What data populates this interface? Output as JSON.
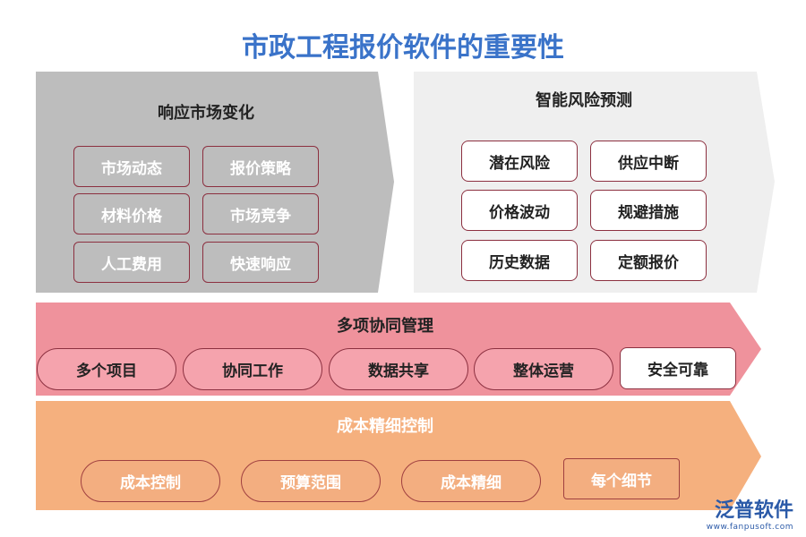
{
  "title": "市政工程报价软件的重要性",
  "sections": {
    "market": {
      "title": "响应市场变化",
      "items": [
        "市场动态",
        "报价策略",
        "材料价格",
        "市场竞争",
        "人工费用",
        "快速响应"
      ]
    },
    "risk": {
      "title": "智能风险预测",
      "items": [
        "潜在风险",
        "供应中断",
        "价格波动",
        "规避措施",
        "历史数据",
        "定额报价"
      ]
    },
    "collab": {
      "title": "多项协同管理",
      "items": [
        "多个项目",
        "协同工作",
        "数据共享",
        "整体运营",
        "安全可靠"
      ]
    },
    "cost": {
      "title": "成本精细控制",
      "items": [
        "成本控制",
        "预算范围",
        "成本精细",
        "每个细节"
      ]
    }
  },
  "logo": {
    "name": "泛普软件",
    "url": "www.fanpusoft.com"
  },
  "colors": {
    "title": "#3a73c9",
    "market_bg": "#bdbdbd",
    "risk_bg": "#efefef",
    "collab_bg": "#ef929c",
    "cost_bg": "#f5b07e"
  }
}
